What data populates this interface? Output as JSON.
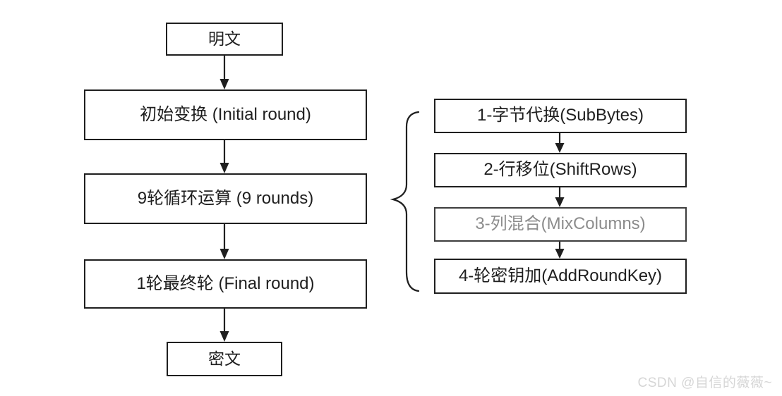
{
  "main_flow": {
    "nodes": [
      {
        "id": "plaintext",
        "label": "明文"
      },
      {
        "id": "initial",
        "label": "初始变换 (Initial round)"
      },
      {
        "id": "rounds",
        "label": "9轮循环运算 (9 rounds)"
      },
      {
        "id": "final",
        "label": "1轮最终轮 (Final round)"
      },
      {
        "id": "ciphertext",
        "label": "密文"
      }
    ]
  },
  "round_steps": {
    "nodes": [
      {
        "id": "subbytes",
        "label": "1-字节代换(SubBytes)",
        "muted": false
      },
      {
        "id": "shiftrows",
        "label": "2-行移位(ShiftRows)",
        "muted": false
      },
      {
        "id": "mixcolumns",
        "label": "3-列混合(MixColumns)",
        "muted": true
      },
      {
        "id": "addroundkey",
        "label": "4-轮密钥加(AddRoundKey)",
        "muted": false
      }
    ]
  },
  "watermark": "CSDN @自信的薇薇~",
  "colors": {
    "stroke": "#1f1f1f",
    "box_border": "#1f1f1f",
    "muted_text": "#8c8c8c",
    "watermark": "#d6d6d6",
    "background": "#ffffff"
  }
}
